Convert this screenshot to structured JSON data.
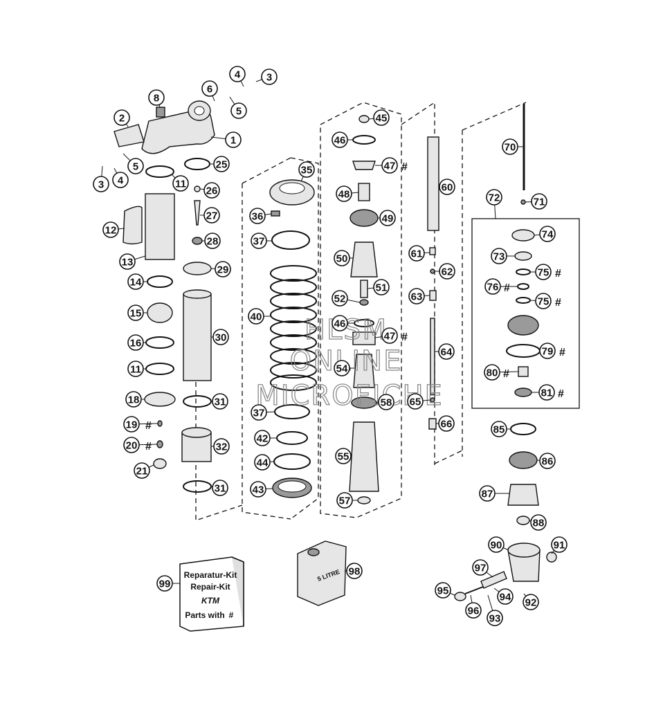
{
  "callouts": [
    {
      "id": "1",
      "label": "1"
    },
    {
      "id": "2",
      "label": "2"
    },
    {
      "id": "3a",
      "label": "3"
    },
    {
      "id": "3b",
      "label": "3"
    },
    {
      "id": "4a",
      "label": "4"
    },
    {
      "id": "4b",
      "label": "4"
    },
    {
      "id": "5a",
      "label": "5"
    },
    {
      "id": "5b",
      "label": "5"
    },
    {
      "id": "6",
      "label": "6"
    },
    {
      "id": "8",
      "label": "8"
    },
    {
      "id": "11a",
      "label": "11"
    },
    {
      "id": "11b",
      "label": "11"
    },
    {
      "id": "12",
      "label": "12"
    },
    {
      "id": "13",
      "label": "13"
    },
    {
      "id": "14",
      "label": "14"
    },
    {
      "id": "15",
      "label": "15"
    },
    {
      "id": "16",
      "label": "16"
    },
    {
      "id": "18",
      "label": "18"
    },
    {
      "id": "19",
      "label": "19"
    },
    {
      "id": "20",
      "label": "20"
    },
    {
      "id": "21",
      "label": "21"
    },
    {
      "id": "25",
      "label": "25"
    },
    {
      "id": "26",
      "label": "26"
    },
    {
      "id": "27",
      "label": "27"
    },
    {
      "id": "28",
      "label": "28"
    },
    {
      "id": "29",
      "label": "29"
    },
    {
      "id": "30",
      "label": "30"
    },
    {
      "id": "31a",
      "label": "31"
    },
    {
      "id": "31b",
      "label": "31"
    },
    {
      "id": "32",
      "label": "32"
    },
    {
      "id": "35",
      "label": "35"
    },
    {
      "id": "36",
      "label": "36"
    },
    {
      "id": "37a",
      "label": "37"
    },
    {
      "id": "37b",
      "label": "37"
    },
    {
      "id": "40",
      "label": "40"
    },
    {
      "id": "42",
      "label": "42"
    },
    {
      "id": "43",
      "label": "43"
    },
    {
      "id": "44",
      "label": "44"
    },
    {
      "id": "45",
      "label": "45"
    },
    {
      "id": "46a",
      "label": "46"
    },
    {
      "id": "46b",
      "label": "46"
    },
    {
      "id": "47a",
      "label": "47"
    },
    {
      "id": "47b",
      "label": "47"
    },
    {
      "id": "48",
      "label": "48"
    },
    {
      "id": "49",
      "label": "49"
    },
    {
      "id": "50",
      "label": "50"
    },
    {
      "id": "51",
      "label": "51"
    },
    {
      "id": "52",
      "label": "52"
    },
    {
      "id": "54",
      "label": "54"
    },
    {
      "id": "55",
      "label": "55"
    },
    {
      "id": "57",
      "label": "57"
    },
    {
      "id": "58",
      "label": "58"
    },
    {
      "id": "60",
      "label": "60"
    },
    {
      "id": "61",
      "label": "61"
    },
    {
      "id": "62",
      "label": "62"
    },
    {
      "id": "63",
      "label": "63"
    },
    {
      "id": "64",
      "label": "64"
    },
    {
      "id": "65",
      "label": "65"
    },
    {
      "id": "66",
      "label": "66"
    },
    {
      "id": "70",
      "label": "70"
    },
    {
      "id": "71",
      "label": "71"
    },
    {
      "id": "72",
      "label": "72"
    },
    {
      "id": "73",
      "label": "73"
    },
    {
      "id": "74",
      "label": "74"
    },
    {
      "id": "75a",
      "label": "75"
    },
    {
      "id": "75b",
      "label": "75"
    },
    {
      "id": "76",
      "label": "76"
    },
    {
      "id": "79",
      "label": "79"
    },
    {
      "id": "80",
      "label": "80"
    },
    {
      "id": "81",
      "label": "81"
    },
    {
      "id": "85",
      "label": "85"
    },
    {
      "id": "86",
      "label": "86"
    },
    {
      "id": "87",
      "label": "87"
    },
    {
      "id": "88",
      "label": "88"
    },
    {
      "id": "90",
      "label": "90"
    },
    {
      "id": "91",
      "label": "91"
    },
    {
      "id": "92",
      "label": "92"
    },
    {
      "id": "93",
      "label": "93"
    },
    {
      "id": "94",
      "label": "94"
    },
    {
      "id": "95",
      "label": "95"
    },
    {
      "id": "96",
      "label": "96"
    },
    {
      "id": "97",
      "label": "97"
    },
    {
      "id": "98",
      "label": "98"
    },
    {
      "id": "99",
      "label": "99"
    }
  ],
  "hash_mark": "#",
  "repair_kit": {
    "line1": "Reparatur-Kit",
    "line2": "Repair-Kit",
    "brand": "KTM",
    "line3": "Parts with",
    "hash": "#"
  },
  "oil_can": {
    "label": "5 LITRE"
  },
  "watermark": {
    "line1": "HLSM",
    "line2": "ONLINE",
    "line3": "MICROFICHE"
  }
}
